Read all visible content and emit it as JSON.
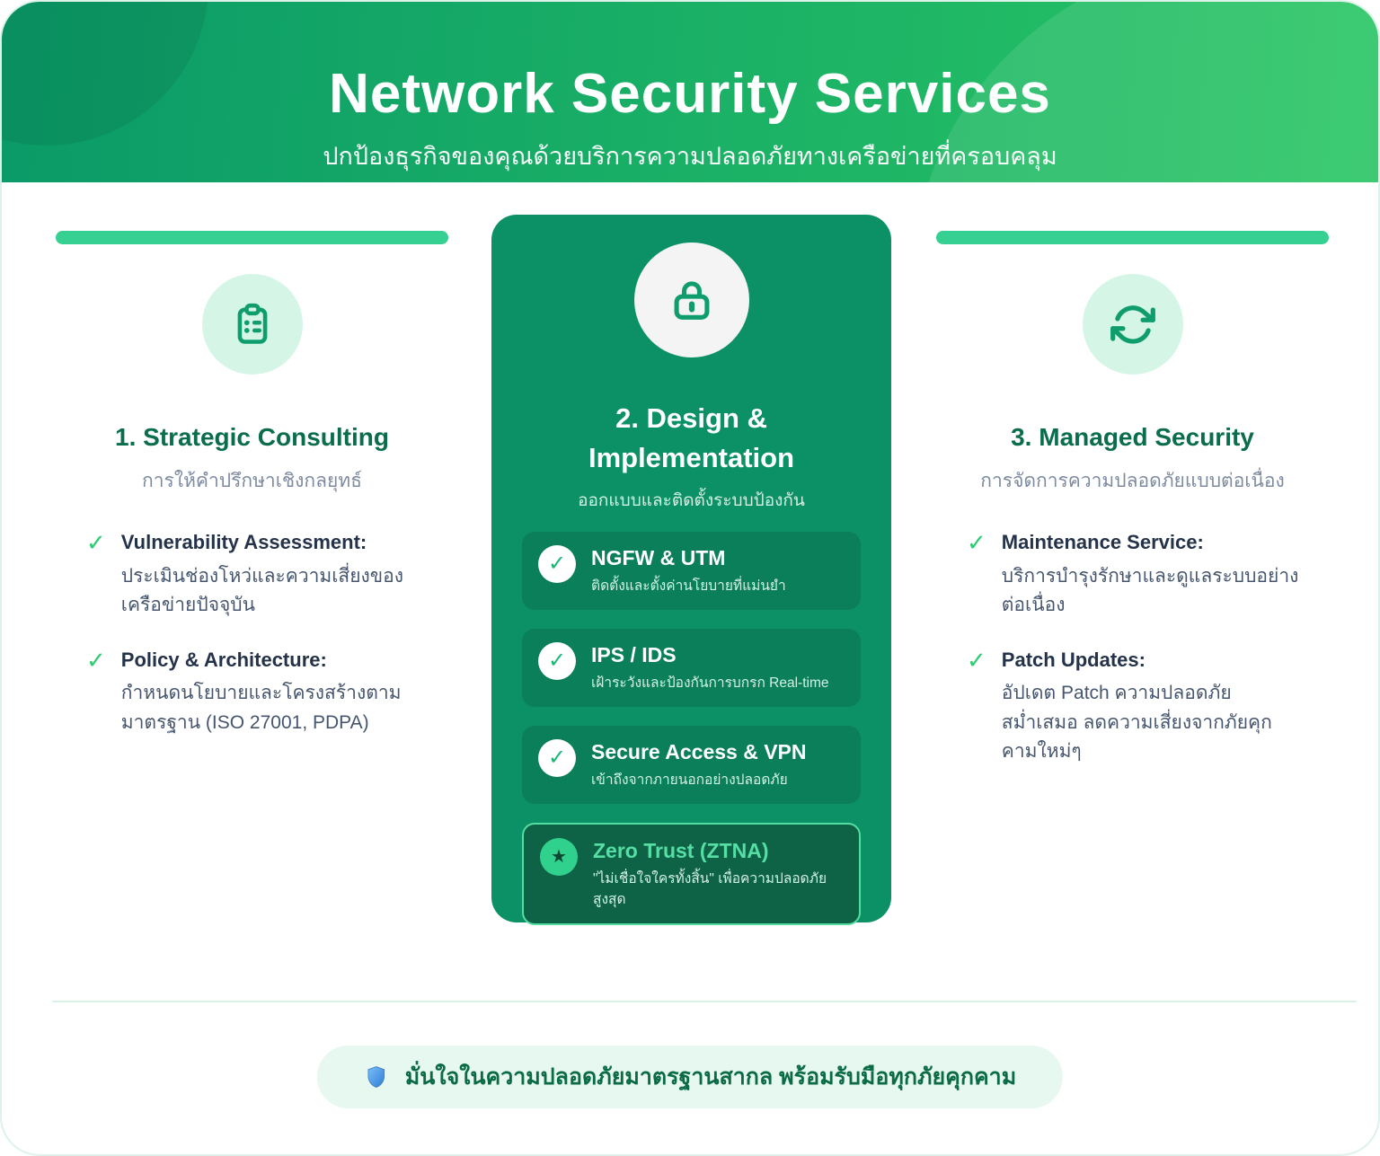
{
  "header": {
    "title": "Network Security Services",
    "subtitle": "ปกป้องธุรกิจของคุณด้วยบริการความปลอดภัยทางเครือข่ายที่ครอบคลุม"
  },
  "columns": {
    "left": {
      "icon": "clipboard-icon",
      "title": "1. Strategic Consulting",
      "subtitle": "การให้คำปรึกษาเชิงกลยุทธ์",
      "bullets": [
        {
          "title": "Vulnerability Assessment:",
          "body": "ประเมินช่องโหว่และความเสี่ยงของเครือข่ายปัจจุบัน"
        },
        {
          "title": "Policy & Architecture:",
          "body": "กำหนดนโยบายและโครงสร้างตามมาตรฐาน (ISO 27001, PDPA)"
        }
      ]
    },
    "center": {
      "icon": "lock-icon",
      "title_line1": "2. Design &",
      "title_line2": "Implementation",
      "subtitle": "ออกแบบและติดตั้งระบบป้องกัน",
      "items": [
        {
          "icon": "check-icon",
          "title": "NGFW & UTM",
          "body": "ติดตั้งและตั้งค่านโยบายที่แม่นยำ"
        },
        {
          "icon": "check-icon",
          "title": "IPS / IDS",
          "body": "เฝ้าระวังและป้องกันการบกรก Real-time"
        },
        {
          "icon": "check-icon",
          "title": "Secure Access & VPN",
          "body": "เข้าถึงจากภายนอกอย่างปลอดภัย"
        },
        {
          "icon": "star-icon",
          "title": "Zero Trust (ZTNA)",
          "body": "\"ไม่เชื่อใจใครทั้งสิ้น\" เพื่อความปลอดภัยสูงสุด"
        }
      ]
    },
    "right": {
      "icon": "sync-icon",
      "title": "3. Managed Security",
      "subtitle": "การจัดการความปลอดภัยแบบต่อเนื่อง",
      "bullets": [
        {
          "title": "Maintenance Service:",
          "body": "บริการบำรุงรักษาและดูแลระบบอย่างต่อเนื่อง"
        },
        {
          "title": "Patch Updates:",
          "body": "อัปเดต Patch ความปลอดภัยสม่ำเสมอ ลดความเสี่ยงจากภัยคุกคามใหม่ๆ"
        }
      ]
    }
  },
  "footer": {
    "icon": "shield-icon",
    "text": "มั่นใจในความปลอดภัยมาตรฐานสากล พร้อมรับมือทุกภัยคุกคาม"
  },
  "icons": {
    "check": "✓",
    "star": "★"
  },
  "colors": {
    "header_gradient_start": "#0a9a68",
    "header_gradient_end": "#27c563",
    "accent_bar": "#36d092",
    "icon_circle_bg": "#d5f6e6",
    "icon_stroke": "#0f9d6e",
    "column_title": "#0a6e4c",
    "bullet_title": "#24324a",
    "body_text": "#46566e",
    "check": "#2ecc71",
    "card_background": "#0c9066",
    "highlight_background": "#0e6347",
    "highlight_border": "#54dda2",
    "highlight_title": "#55dfa4",
    "footer_pill_bg": "#e6f8ef",
    "footer_text": "#0b6b47"
  }
}
